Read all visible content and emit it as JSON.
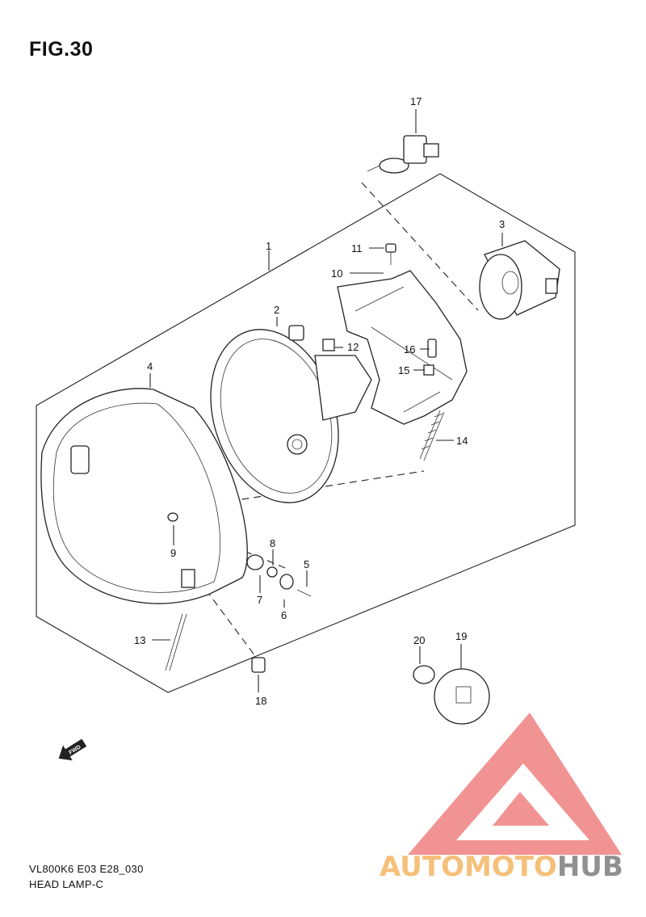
{
  "figure": {
    "title": "FIG.30",
    "model_code": "VL800K6 E03 E28_030",
    "section_name": "HEAD LAMP-C",
    "fwd_label": "FWD"
  },
  "callouts": [
    "1",
    "2",
    "3",
    "4",
    "5",
    "6",
    "7",
    "8",
    "9",
    "10",
    "11",
    "12",
    "13",
    "14",
    "15",
    "16",
    "17",
    "18",
    "19",
    "20"
  ],
  "watermark": {
    "part1": "AUTOMOTO",
    "part2": "HUB",
    "color_primary": "#f08080",
    "color_secondary": "#f5c07a",
    "color_tertiary": "#909090"
  },
  "colors": {
    "line": "#222222",
    "background": "#ffffff"
  }
}
